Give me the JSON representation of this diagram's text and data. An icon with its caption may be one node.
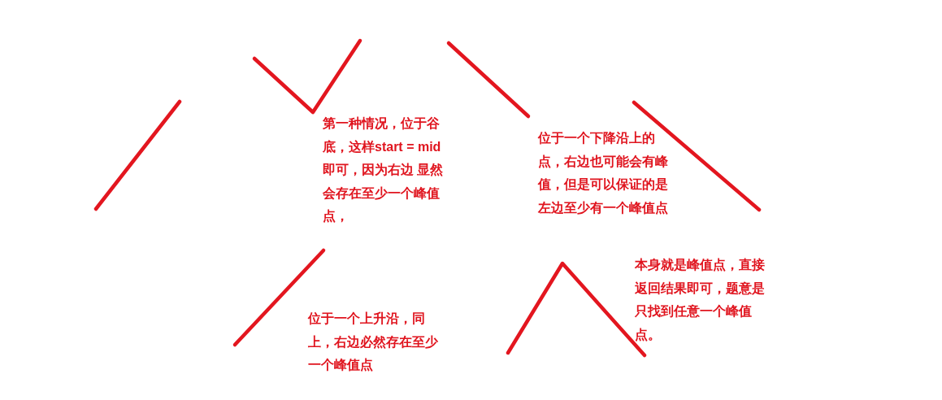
{
  "diagram": {
    "labels": [
      "第一种情况，位于谷底，这样start = mid即可，因为右边 显然会存在至少一个峰值点，",
      "位于一个下降沿上的点，右边也可能会有峰值，但是可以保证的是左边至少有一个峰值点",
      "位于一个上升沿，同上，右边必然存在至少一个峰值点",
      "本身就是峰值点，直接返回结果即可，题意是只找到任意一个峰值点。"
    ]
  }
}
